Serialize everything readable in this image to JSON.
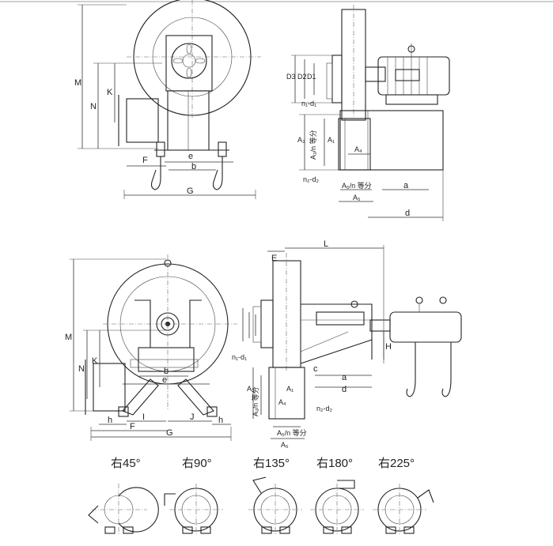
{
  "labels": {
    "top_left": {
      "M": "M",
      "N": "N",
      "K": "K",
      "F": "F",
      "e": "e",
      "b": "b",
      "G": "G"
    },
    "top_right": {
      "D3": "D3",
      "D2": "D2",
      "D1": "D1",
      "n1d1": "n₁-d₁",
      "A3": "A₃",
      "A3n": "A₃/n 等分",
      "A1": "A₁",
      "A4": "A₄",
      "n2d2": "n₂-d₂",
      "A5n": "A₅/n 等分",
      "A5": "A₅",
      "a": "a",
      "d": "d"
    },
    "bottom_left": {
      "M": "M",
      "N": "N",
      "K": "K",
      "b": "b",
      "e": "e",
      "h_left": "h",
      "I": "I",
      "F": "F",
      "J": "J",
      "h_right": "h",
      "G": "G"
    },
    "bottom_right": {
      "E": "E",
      "L": "L",
      "n1d1": "n₁-d₁",
      "H": "H",
      "c": "c",
      "A1": "A₁",
      "a": "a",
      "A3": "A₃",
      "A3n": "A₃/n 等分",
      "A4": "A₄",
      "n2d2": "n₂-d₂",
      "A5n": "A₅/n 等分",
      "A5": "A₅",
      "d": "d"
    }
  },
  "orientations": [
    "右45°",
    "右90°",
    "右135°",
    "右180°",
    "右225°"
  ]
}
